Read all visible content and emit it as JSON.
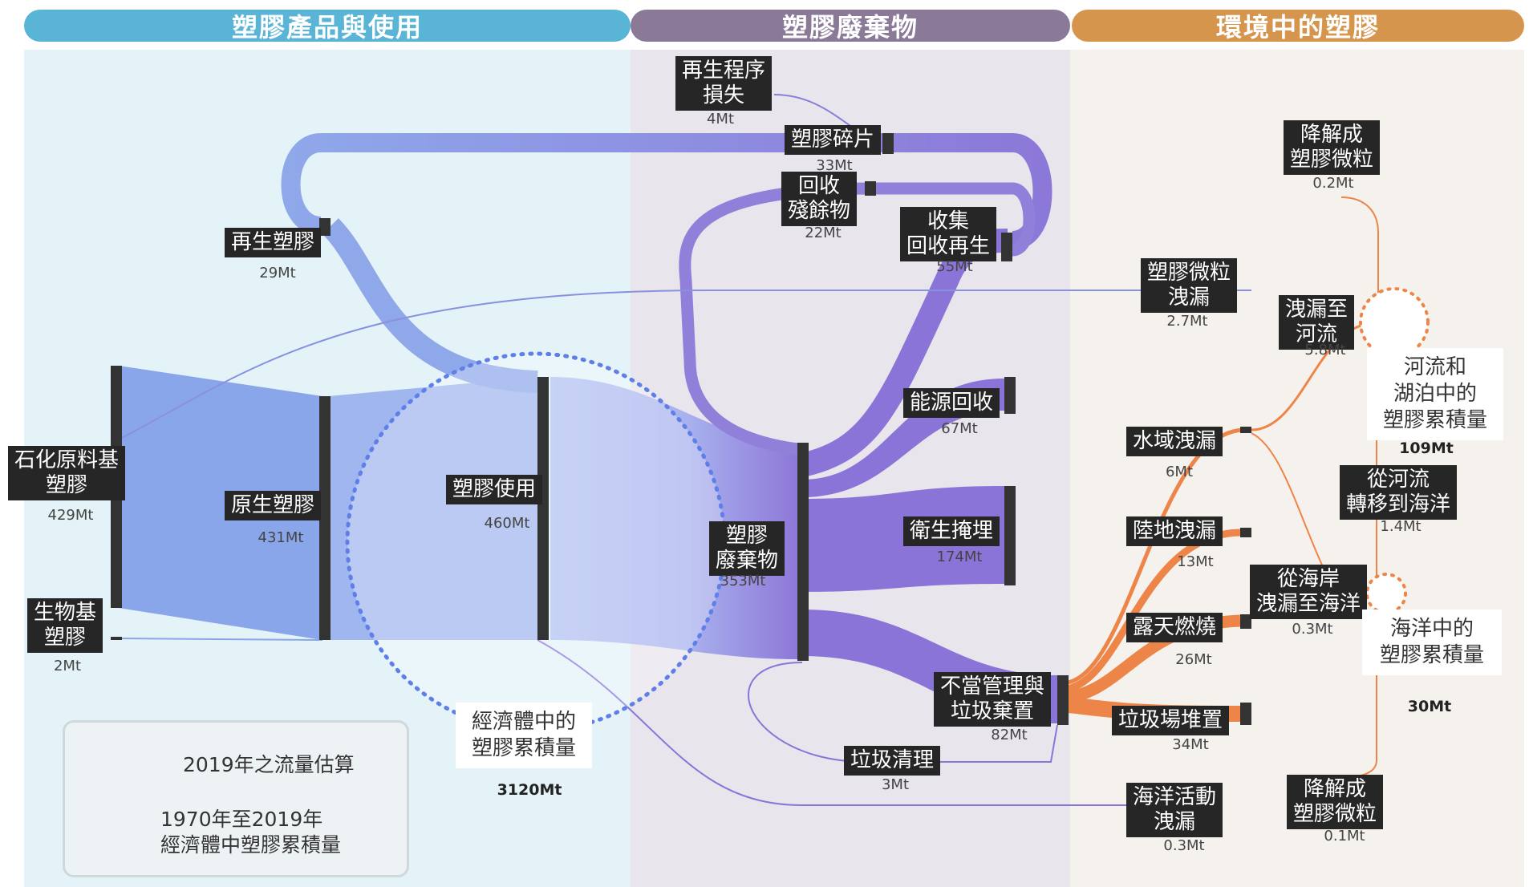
{
  "sections": {
    "products": "塑膠產品與使用",
    "waste": "塑膠廢棄物",
    "environment": "環境中的塑膠"
  },
  "nodes": {
    "petro": {
      "label_1": "石化原料基",
      "label_2": "塑膠",
      "value": "429Mt"
    },
    "bio": {
      "label_1": "生物基",
      "label_2": "塑膠",
      "value": "2Mt"
    },
    "recycled": {
      "label": "再生塑膠",
      "value": "29Mt"
    },
    "primary": {
      "label": "原生塑膠",
      "value": "431Mt"
    },
    "use": {
      "label": "塑膠使用",
      "value": "460Mt"
    },
    "reproc_loss": {
      "label_1": "再生程序",
      "label_2": "損失",
      "value": "4Mt"
    },
    "scrap": {
      "label": "塑膠碎片",
      "value": "33Mt"
    },
    "residue": {
      "label_1": "回收",
      "label_2": "殘餘物",
      "value": "22Mt"
    },
    "collected": {
      "label_1": "收集",
      "label_2": "回收再生",
      "value": "55Mt"
    },
    "energy": {
      "label": "能源回收",
      "value": "67Mt"
    },
    "landfill": {
      "label": "衛生掩埋",
      "value": "174Mt"
    },
    "waste": {
      "label_1": "塑膠",
      "label_2": "廢棄物",
      "value": "353Mt"
    },
    "mismanaged": {
      "label_1": "不當管理與",
      "label_2": "垃圾棄置",
      "value": "82Mt"
    },
    "litter": {
      "label": "垃圾清理",
      "value": "3Mt"
    },
    "micro_leak": {
      "label_1": "塑膠微粒",
      "label_2": "洩漏",
      "value": "2.7Mt"
    },
    "aquatic": {
      "label": "水域洩漏",
      "value": "6Mt"
    },
    "terrestrial": {
      "label": "陸地洩漏",
      "value": "13Mt"
    },
    "burning": {
      "label": "露天燃燒",
      "value": "26Mt"
    },
    "dumpsite": {
      "label": "垃圾場堆置",
      "value": "34Mt"
    },
    "marine": {
      "label_1": "海洋活動",
      "label_2": "洩漏",
      "value": "0.3Mt"
    },
    "degrade_top": {
      "label_1": "降解成",
      "label_2": "塑膠微粒",
      "value": "0.2Mt"
    },
    "to_rivers": {
      "label_1": "洩漏至",
      "label_2": "河流",
      "value": "5.8Mt"
    },
    "river_to_ocean": {
      "label_1": "從河流",
      "label_2": "轉移到海洋",
      "value": "1.4Mt"
    },
    "coast_to_ocean": {
      "label_1": "從海岸",
      "label_2": "洩漏至海洋",
      "value": "0.3Mt"
    },
    "degrade_bottom": {
      "label_1": "降解成",
      "label_2": "塑膠微粒",
      "value": "0.1Mt"
    }
  },
  "stocks": {
    "economy": {
      "label_1": "經濟體中的",
      "label_2": "塑膠累積量",
      "value": "3120Mt"
    },
    "rivers": {
      "label_1": "河流和",
      "label_2": "湖泊中的",
      "label_3": "塑膠累積量",
      "value": "109Mt"
    },
    "ocean": {
      "label_1": "海洋中的",
      "label_2": "塑膠累積量",
      "value": "30Mt"
    }
  },
  "legend": {
    "flow": "2019年之流量估算",
    "stock_1": "1970年至2019年",
    "stock_2": "經濟體中塑膠累積量"
  },
  "colors": {
    "products_header": "#5ab4d6",
    "waste_header": "#8a7a98",
    "environment_header": "#d5954c",
    "products_flow": "#7f9fe6",
    "waste_flow": "#8a74d8",
    "environment_flow": "#ee8548",
    "node_bar": "#333333"
  }
}
